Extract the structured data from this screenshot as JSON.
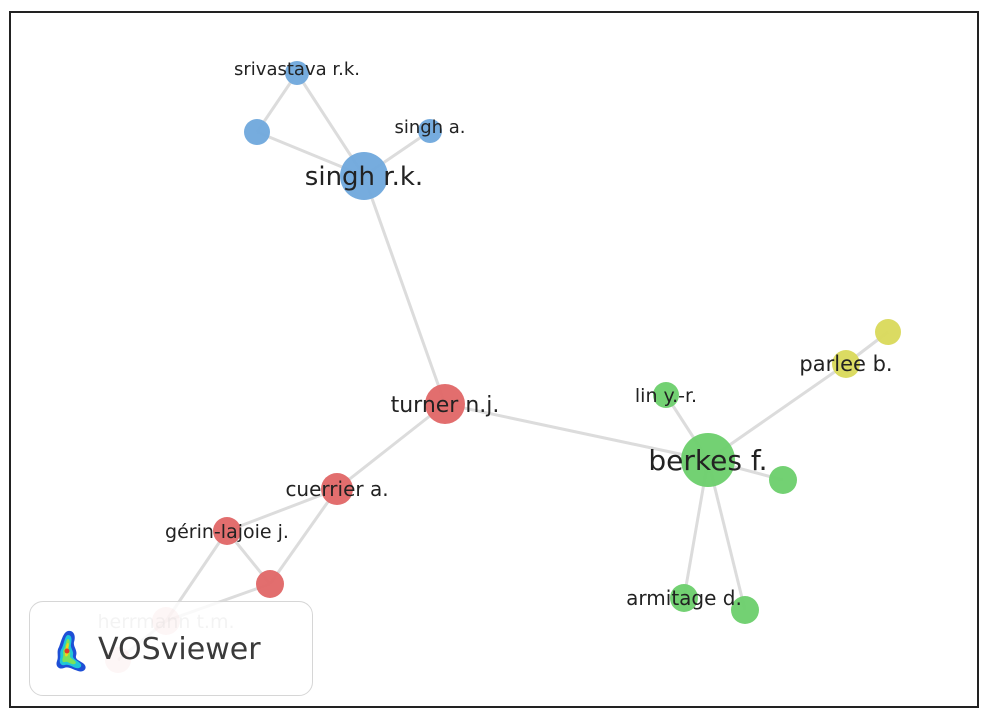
{
  "network": {
    "nodes": [
      {
        "id": "srivastava",
        "label": "srivastava r.k.",
        "cluster": "blue"
      },
      {
        "id": "blue_unlabeled",
        "label": "",
        "cluster": "blue"
      },
      {
        "id": "singh_a",
        "label": "singh a.",
        "cluster": "blue"
      },
      {
        "id": "singh_rk",
        "label": "singh r.k.",
        "cluster": "blue"
      },
      {
        "id": "turner",
        "label": "turner n.j.",
        "cluster": "red"
      },
      {
        "id": "cuerrier",
        "label": "cuerrier a.",
        "cluster": "red"
      },
      {
        "id": "gerin",
        "label": "gérin-lajoie j.",
        "cluster": "red"
      },
      {
        "id": "red_unlabeled",
        "label": "",
        "cluster": "red"
      },
      {
        "id": "herrmann",
        "label": "herrmann t.m.",
        "cluster": "red"
      },
      {
        "id": "red_unlabeled2",
        "label": "",
        "cluster": "red"
      },
      {
        "id": "berkes",
        "label": "berkes f.",
        "cluster": "green"
      },
      {
        "id": "lin",
        "label": "lin y.-r.",
        "cluster": "green"
      },
      {
        "id": "green_unlabeled",
        "label": "",
        "cluster": "green"
      },
      {
        "id": "armitage",
        "label": "armitage d.",
        "cluster": "green"
      },
      {
        "id": "green_unlabeled2",
        "label": "",
        "cluster": "green"
      },
      {
        "id": "parlee",
        "label": "parlee b.",
        "cluster": "yellow"
      },
      {
        "id": "yellow_unlabeled",
        "label": "",
        "cluster": "yellow"
      }
    ],
    "edges": [
      [
        "srivastava",
        "singh_rk"
      ],
      [
        "srivastava",
        "blue_unlabeled"
      ],
      [
        "blue_unlabeled",
        "singh_rk"
      ],
      [
        "singh_a",
        "singh_rk"
      ],
      [
        "singh_rk",
        "turner"
      ],
      [
        "turner",
        "cuerrier"
      ],
      [
        "turner",
        "berkes"
      ],
      [
        "cuerrier",
        "gerin"
      ],
      [
        "cuerrier",
        "red_unlabeled"
      ],
      [
        "gerin",
        "red_unlabeled"
      ],
      [
        "gerin",
        "herrmann"
      ],
      [
        "herrmann",
        "red_unlabeled"
      ],
      [
        "herrmann",
        "red_unlabeled2"
      ],
      [
        "berkes",
        "lin"
      ],
      [
        "berkes",
        "green_unlabeled"
      ],
      [
        "berkes",
        "armitage"
      ],
      [
        "berkes",
        "green_unlabeled2"
      ],
      [
        "berkes",
        "parlee"
      ],
      [
        "parlee",
        "yellow_unlabeled"
      ]
    ],
    "cluster_colors": {
      "blue": "#6fa8dc",
      "red": "#e06666",
      "green": "#6ccf6c",
      "yellow": "#d9d95a"
    }
  },
  "logo": {
    "text": "VOSviewer",
    "icon": "vosviewer-heatmap-icon"
  }
}
